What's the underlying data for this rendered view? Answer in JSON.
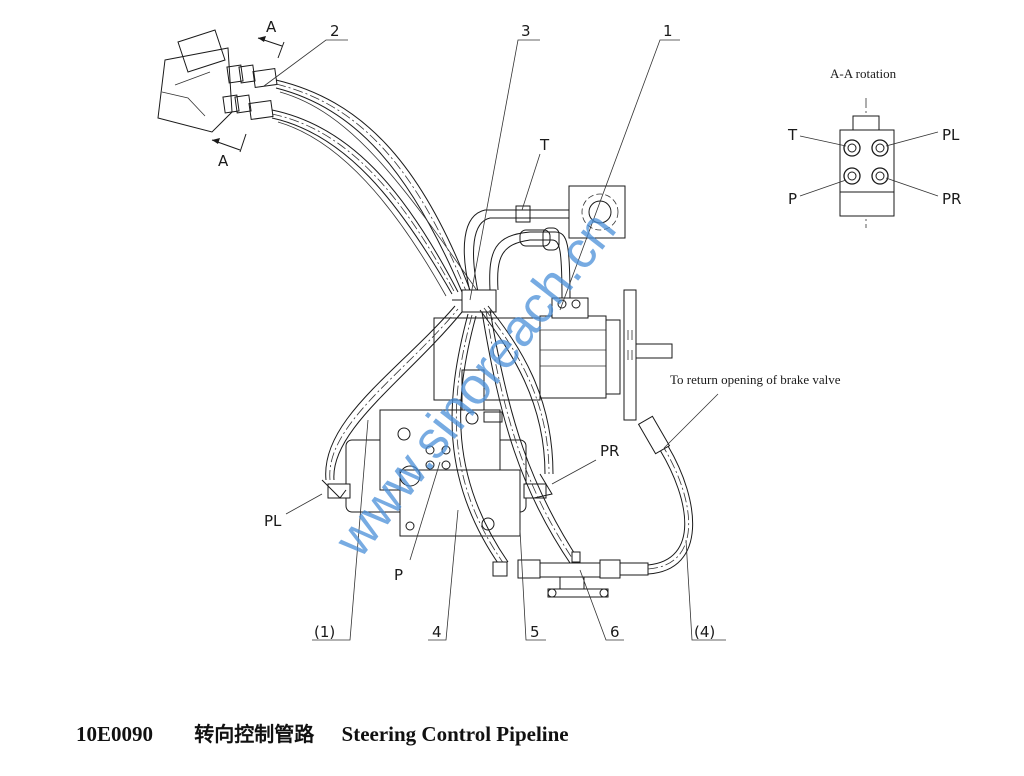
{
  "figure": {
    "code": "10E0090",
    "title_zh": "转向控制管路",
    "title_en": "Steering Control Pipeline"
  },
  "section_view": {
    "title": "A-A rotation",
    "ports": [
      "T",
      "PL",
      "P",
      "PR"
    ]
  },
  "section_marks": [
    "A",
    "A"
  ],
  "callouts": {
    "item_1": "1",
    "item_2": "2",
    "item_3": "3",
    "item_4": "4",
    "item_5": "5",
    "item_6": "6",
    "ref_1": "(1)",
    "ref_4": "(4)",
    "port_T": "T",
    "port_PL": "PL",
    "port_PR": "PR",
    "port_P": "P"
  },
  "annotations": {
    "return_note": "To return opening of brake valve"
  },
  "watermark": "www.sinoreach.cn"
}
